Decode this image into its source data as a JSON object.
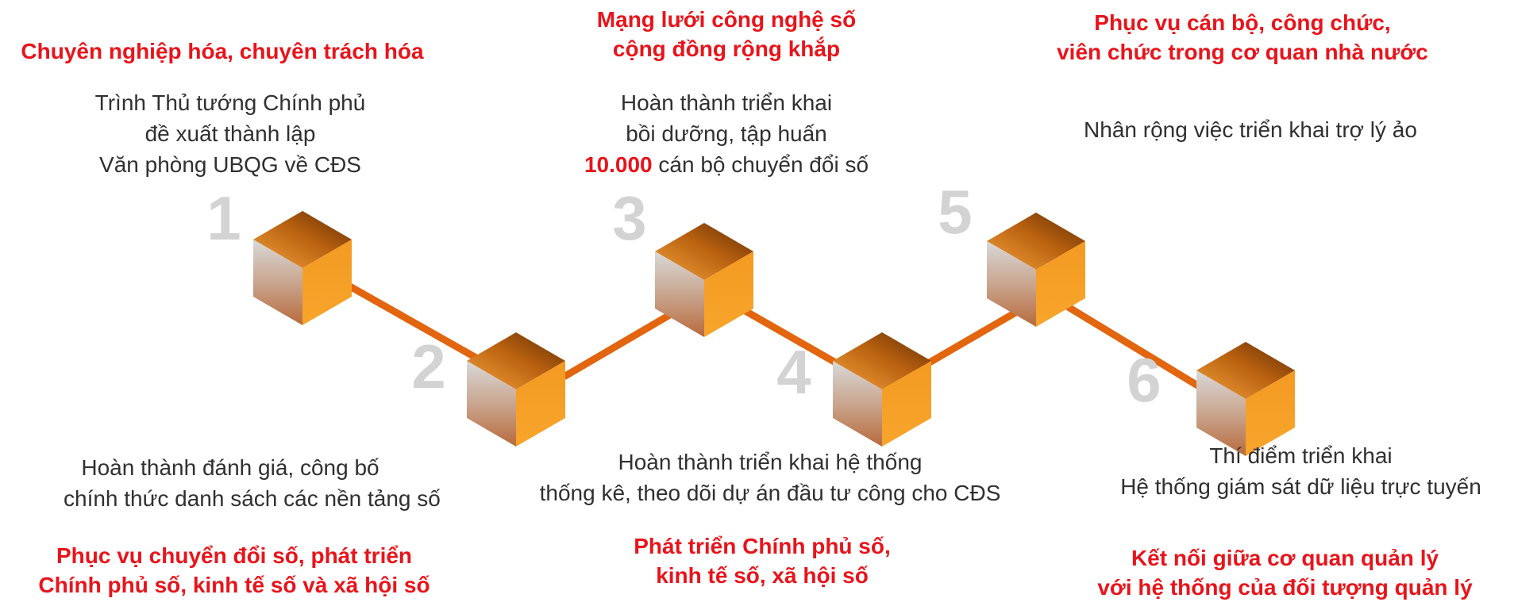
{
  "colors": {
    "heading": "#e8141b",
    "body_text": "#303030",
    "connector": "#e2650f",
    "step_number": "#d3d3d3",
    "cube_top_light": "#f5a23c",
    "cube_top_dark": "#5e2c06",
    "cube_right": "#f7931a",
    "cube_left_top": "#d9d9d9",
    "cube_left_bottom": "#b86a3c"
  },
  "steps": [
    {
      "number": "1",
      "heading": [
        "Chuyên nghiệp hóa, chuyên trách hóa"
      ],
      "description": [
        {
          "text": "Trình Thủ tướng Chính phủ"
        },
        {
          "text": "đề xuất thành lập"
        },
        {
          "text": "Văn phòng UBQG về CĐS"
        }
      ]
    },
    {
      "number": "2",
      "heading": [
        "Phục vụ chuyển đổi số, phát triển",
        "Chính phủ số, kinh tế số và xã hội số"
      ],
      "description": [
        {
          "text": "Hoàn thành đánh giá, công bố"
        },
        {
          "text": "chính thức danh sách các nền tảng số"
        }
      ]
    },
    {
      "number": "3",
      "heading": [
        "Mạng lưới công nghệ số",
        "cộng đồng rộng khắp"
      ],
      "description": [
        {
          "text": "Hoàn thành triển khai"
        },
        {
          "text": "bồi dưỡng, tập huấn"
        },
        {
          "highlight": "10.000",
          "text": " cán bộ chuyển đổi số"
        }
      ]
    },
    {
      "number": "4",
      "heading": [
        "Phát triển Chính phủ số,",
        "kinh tế số, xã hội số"
      ],
      "description": [
        {
          "text": "Hoàn thành triển khai hệ thống"
        },
        {
          "text": "thống kê, theo dõi dự án đầu tư công cho CĐS"
        }
      ]
    },
    {
      "number": "5",
      "heading": [
        "Phục vụ cán bộ, công chức,",
        "viên chức trong cơ quan nhà nước"
      ],
      "description": [
        {
          "text": "Nhân rộng việc triển khai trợ lý ảo"
        }
      ]
    },
    {
      "number": "6",
      "heading": [
        "Kết nối giữa cơ quan quản lý",
        "với hệ thống của đối tượng quản lý"
      ],
      "description": [
        {
          "text": "Thí điểm triển khai"
        },
        {
          "text": "Hệ thống giám sát dữ liệu trực tuyến"
        }
      ]
    }
  ]
}
